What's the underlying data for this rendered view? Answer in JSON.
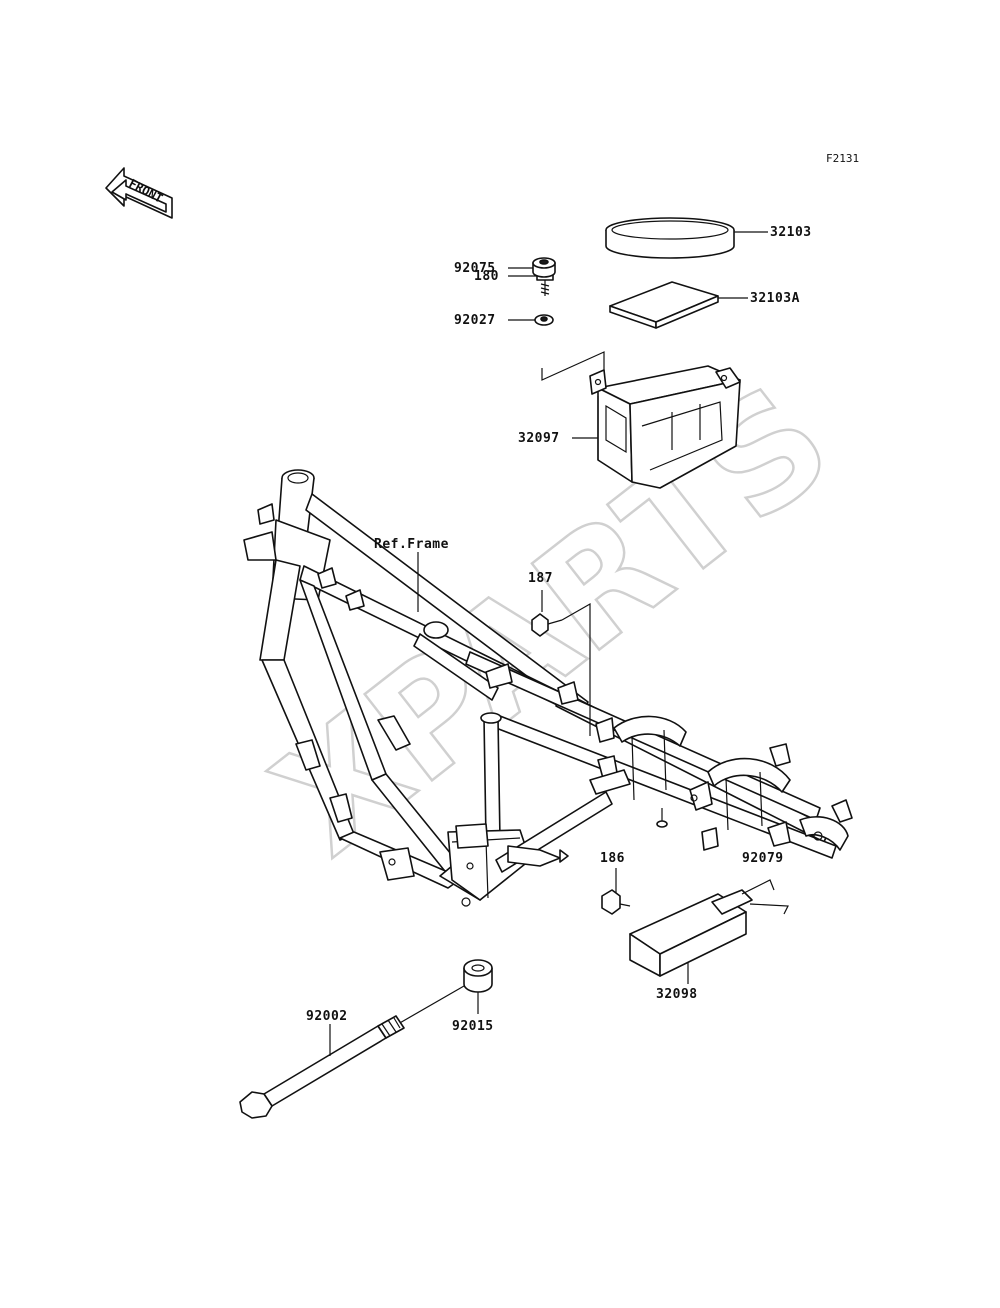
{
  "figure_code": "F2131",
  "front_marker": "FRONT",
  "watermark": "XPARTS",
  "parts": [
    {
      "id": "p32103",
      "number": "32103"
    },
    {
      "id": "p32103a",
      "number": "32103A"
    },
    {
      "id": "p180",
      "number": "180"
    },
    {
      "id": "p92027",
      "number": "92027"
    },
    {
      "id": "p92075",
      "number": "92075"
    },
    {
      "id": "p32097",
      "number": "32097"
    },
    {
      "id": "pref",
      "number": "Ref.Frame"
    },
    {
      "id": "p187",
      "number": "187"
    },
    {
      "id": "p186",
      "number": "186"
    },
    {
      "id": "p92079",
      "number": "92079"
    },
    {
      "id": "p32098",
      "number": "32098"
    },
    {
      "id": "p92002",
      "number": "92002"
    },
    {
      "id": "p92015",
      "number": "92015"
    }
  ]
}
